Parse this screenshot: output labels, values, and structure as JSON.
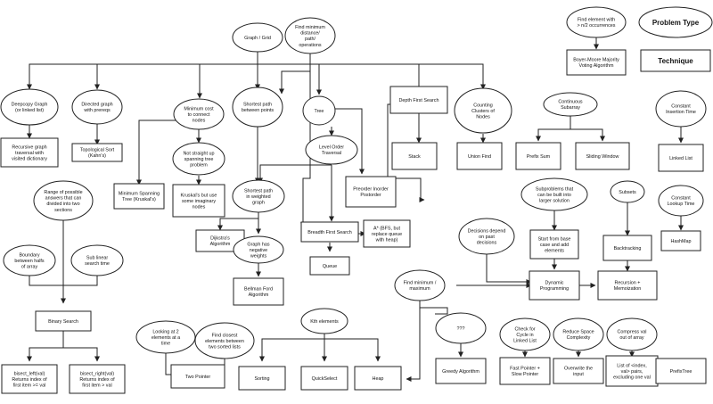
{
  "nodes": [
    {
      "id": "problem_type",
      "kind": "ellipse",
      "text": "Problem Type",
      "bold": true
    },
    {
      "id": "technique",
      "kind": "rect",
      "text": "Technique",
      "bold": true
    },
    {
      "id": "find_majority",
      "kind": "ellipse",
      "text": "Find element with > n/2 occurrences"
    },
    {
      "id": "boyer_moore",
      "kind": "rect",
      "text": "Boyer-Moore Majority Voting Algorithm"
    },
    {
      "id": "graph_grid",
      "kind": "ellipse",
      "text": "Graph / Grid"
    },
    {
      "id": "find_min_dist",
      "kind": "ellipse",
      "text": "Find minimum distance/ path/ operations"
    },
    {
      "id": "deepcopy",
      "kind": "ellipse",
      "text": "Deepcopy Graph (or linked list)"
    },
    {
      "id": "directed_prereqs",
      "kind": "ellipse",
      "text": "Directed graph with prereqs"
    },
    {
      "id": "min_cost_connect",
      "kind": "ellipse",
      "text": "Minimum cost to connect nodes"
    },
    {
      "id": "shortest_path_points",
      "kind": "ellipse",
      "text": "Shortest path between points"
    },
    {
      "id": "tree",
      "kind": "ellipse",
      "text": "Tree"
    },
    {
      "id": "dfs",
      "kind": "rect",
      "text": "Depth First Search"
    },
    {
      "id": "counting_clusters",
      "kind": "ellipse",
      "text": "Counting Clusters of Nodes"
    },
    {
      "id": "continuous_subarray",
      "kind": "ellipse",
      "text": "Continuous Subarray"
    },
    {
      "id": "constant_insertion",
      "kind": "ellipse",
      "text": "Constant Insertion Time"
    },
    {
      "id": "recursive_traversal",
      "kind": "rect",
      "text": "Recursive graph traversal with visited dictionary"
    },
    {
      "id": "topological_sort",
      "kind": "rect",
      "text": "Topological Sort (Kahn's)"
    },
    {
      "id": "not_spanning",
      "kind": "ellipse",
      "text": "Not straight up spanning tree problem"
    },
    {
      "id": "level_order",
      "kind": "ellipse",
      "text": "Level Order Traversal"
    },
    {
      "id": "stack",
      "kind": "rect",
      "text": "Stack"
    },
    {
      "id": "union_find",
      "kind": "rect",
      "text": "Union Find"
    },
    {
      "id": "prefix_sum",
      "kind": "rect",
      "text": "Prefix Sum"
    },
    {
      "id": "sliding_window",
      "kind": "rect",
      "text": "Sliding Window"
    },
    {
      "id": "linked_list",
      "kind": "rect",
      "text": "Linked List"
    },
    {
      "id": "mst",
      "kind": "rect",
      "text": "Minimum Spanning Tree (Kruskal's)"
    },
    {
      "id": "kruskal_imaginary",
      "kind": "rect",
      "text": "Kruskal's but use some imaginary nodes"
    },
    {
      "id": "shortest_weighted",
      "kind": "ellipse",
      "text": "Shortest path in weighted graph"
    },
    {
      "id": "preorder",
      "kind": "rect",
      "text": "Preorder Inorder Postorder"
    },
    {
      "id": "subproblems",
      "kind": "ellipse",
      "text": "Subproblems that can be built into larger solution"
    },
    {
      "id": "subsets",
      "kind": "ellipse",
      "text": "Subsets"
    },
    {
      "id": "constant_lookup",
      "kind": "ellipse",
      "text": "Constant Lookup Time"
    },
    {
      "id": "range_answers",
      "kind": "ellipse",
      "text": "Range of possible answers that can divided into two sections"
    },
    {
      "id": "boundary_halves",
      "kind": "ellipse",
      "text": "Boundary between halfs of array"
    },
    {
      "id": "sub_linear",
      "kind": "ellipse",
      "text": "Sub linear search time"
    },
    {
      "id": "dijkstra",
      "kind": "rect",
      "text": "Dijkstra's Algorithm"
    },
    {
      "id": "bfs",
      "kind": "rect",
      "text": "Breadth First Search"
    },
    {
      "id": "astar",
      "kind": "rect",
      "text": "A* (BFS, but replace queue with heap)"
    },
    {
      "id": "start_base_case",
      "kind": "rect",
      "text": "Start from base case and add elements"
    },
    {
      "id": "backtracking",
      "kind": "rect",
      "text": "Backtracking"
    },
    {
      "id": "hashmap",
      "kind": "rect",
      "text": "HashMap"
    },
    {
      "id": "negative_weights",
      "kind": "ellipse",
      "text": "Graph has negative weights"
    },
    {
      "id": "queue",
      "kind": "rect",
      "text": "Queue"
    },
    {
      "id": "decisions_past",
      "kind": "ellipse",
      "text": "Decisions depend on past decisions"
    },
    {
      "id": "bellman_ford",
      "kind": "rect",
      "text": "Bellman Ford Algorithm"
    },
    {
      "id": "find_min_max",
      "kind": "ellipse",
      "text": "Find minimum / maximum"
    },
    {
      "id": "dynamic_programming",
      "kind": "rect",
      "text": "Dynamic Programming"
    },
    {
      "id": "recursion_memo",
      "kind": "rect",
      "text": "Recursion + Memoization"
    },
    {
      "id": "binary_search",
      "kind": "rect",
      "text": "Binary Search"
    },
    {
      "id": "looking_two",
      "kind": "ellipse",
      "text": "Looking at 2 elements at a time"
    },
    {
      "id": "find_closest",
      "kind": "ellipse",
      "text": "Find closest elements between two sorted lists"
    },
    {
      "id": "kth_elements",
      "kind": "ellipse",
      "text": "Kth elements"
    },
    {
      "id": "qqq",
      "kind": "ellipse",
      "text": "???"
    },
    {
      "id": "check_cycle",
      "kind": "ellipse",
      "text": "Check for Cycle in Linked List"
    },
    {
      "id": "reduce_space",
      "kind": "ellipse",
      "text": "Reduce Space Complexity"
    },
    {
      "id": "compress_val",
      "kind": "ellipse",
      "text": "Compress val out of array"
    },
    {
      "id": "bisect_left",
      "kind": "rect",
      "text": "bisect_left(val) Returns index of first item >= val"
    },
    {
      "id": "bisect_right",
      "kind": "rect",
      "text": "bisect_right(val) Returns index of first item > val"
    },
    {
      "id": "two_pointer",
      "kind": "rect",
      "text": "Two Pointer"
    },
    {
      "id": "sorting",
      "kind": "rect",
      "text": "Sorting"
    },
    {
      "id": "quickselect",
      "kind": "rect",
      "text": "QuickSelect"
    },
    {
      "id": "heap",
      "kind": "rect",
      "text": "Heap"
    },
    {
      "id": "greedy",
      "kind": "rect",
      "text": "Greedy Algorithm"
    },
    {
      "id": "fast_slow",
      "kind": "rect",
      "text": "Fast Pointer + Slow Pointer"
    },
    {
      "id": "overwrite_input",
      "kind": "rect",
      "text": "Overwrite the input"
    },
    {
      "id": "list_index_val",
      "kind": "rect",
      "text": "List of <index, val> pairs, excluding one val"
    },
    {
      "id": "prefix_tree",
      "kind": "rect",
      "text": "PrefixTree"
    }
  ]
}
